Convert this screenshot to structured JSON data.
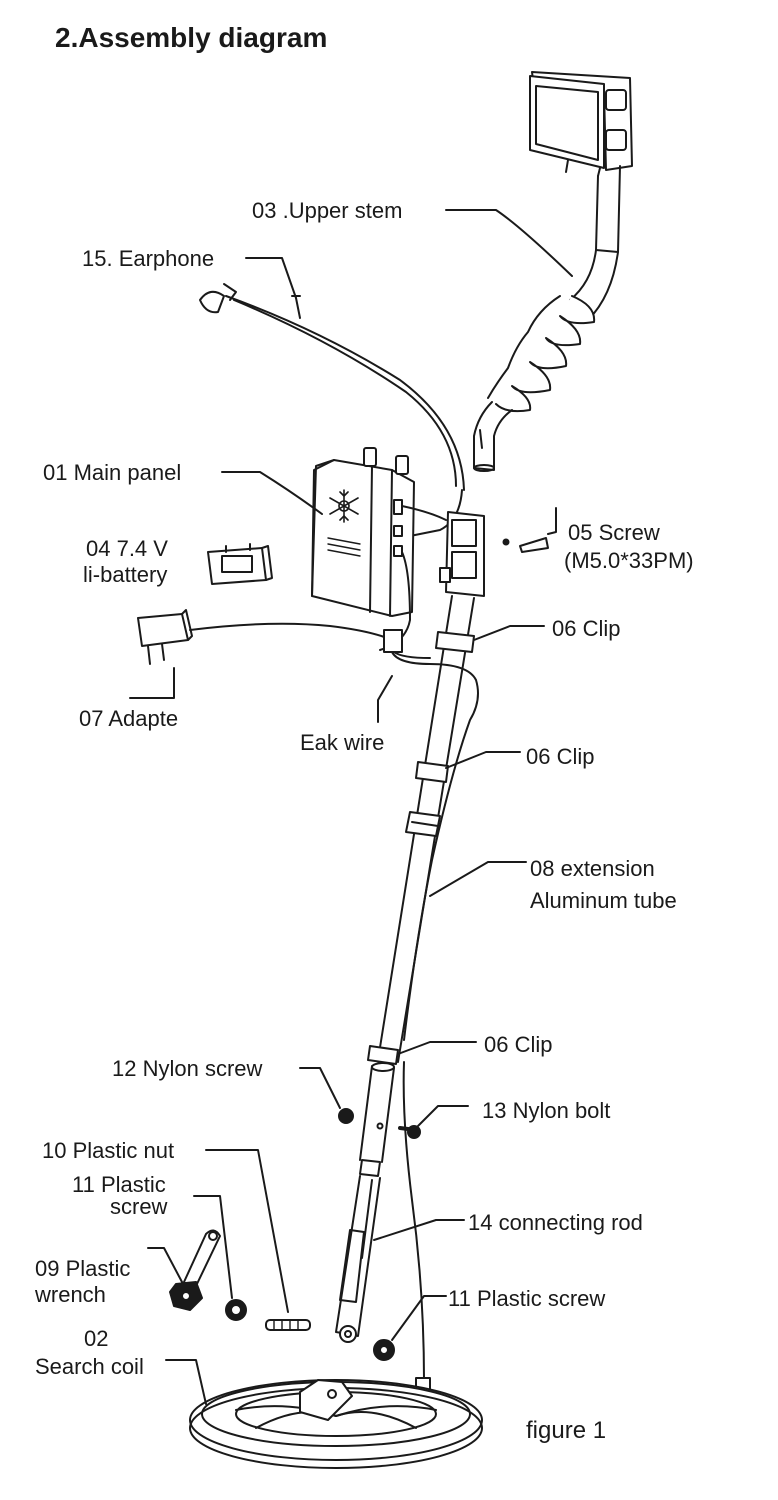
{
  "title": "2.Assembly diagram",
  "labels": {
    "upper_stem": "03 .Upper stem",
    "earphone": "15. Earphone",
    "main_panel": "01 Main panel",
    "battery_line1": "04  7.4 V",
    "battery_line2": "li-battery",
    "screw05_line1": "05 Screw",
    "screw05_line2": "(M5.0*33PM)",
    "clip_a": "06 Clip",
    "adapter": "07 Adapte",
    "eak_wire": "Eak wire",
    "clip_b": "06 Clip",
    "tube_line1": "08 extension",
    "tube_line2": "Aluminum tube",
    "clip_c": "06 Clip",
    "nylon_screw": "12 Nylon screw",
    "nylon_bolt": "13 Nylon bolt",
    "plastic_nut": "10 Plastic nut",
    "plastic_screw_a_line1": "11 Plastic",
    "plastic_screw_a_line2": "screw",
    "connecting_rod": "14 connecting rod",
    "wrench_line1": "09  Plastic",
    "wrench_line2": "wrench",
    "plastic_screw_b": "11 Plastic screw",
    "coil_line1": "02",
    "coil_line2": "Search coil",
    "figure": "figure 1"
  }
}
